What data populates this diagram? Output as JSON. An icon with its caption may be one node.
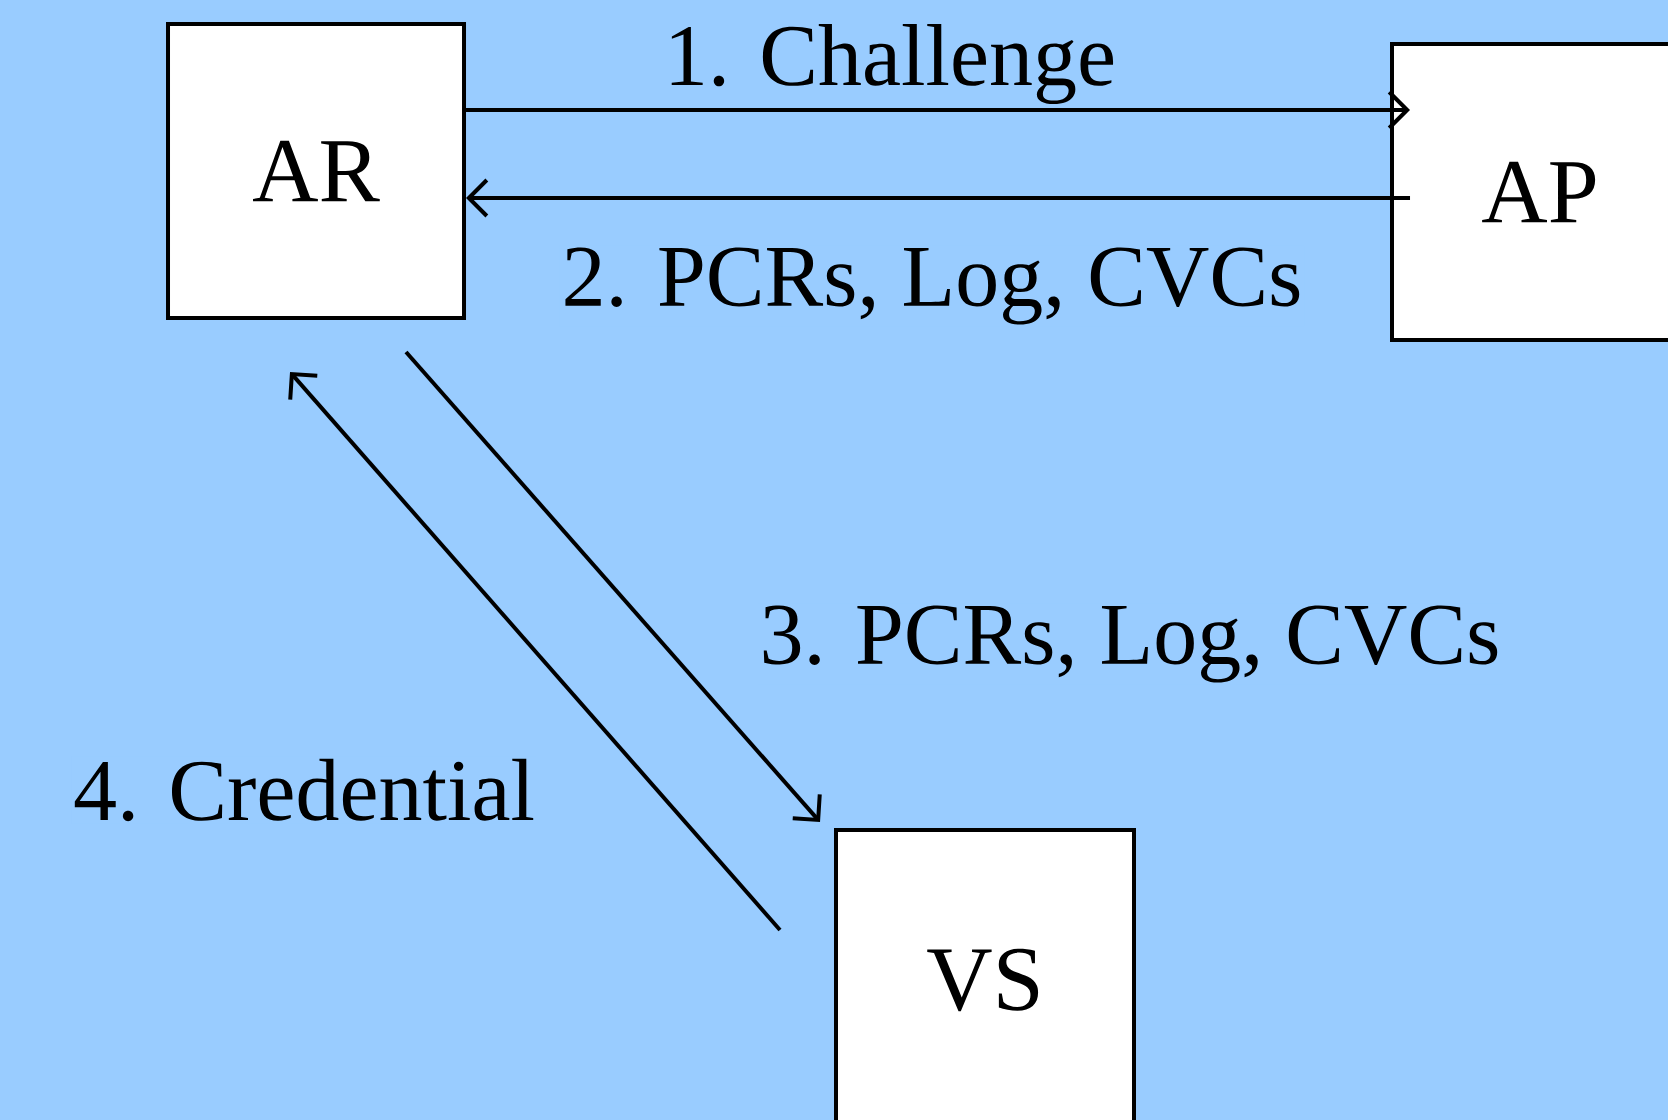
{
  "diagram": {
    "nodes": [
      {
        "text": [
          "AR"
        ]
      },
      {
        "text": [
          "AP"
        ]
      },
      {
        "text": [
          "VS"
        ]
      }
    ],
    "edges": [
      {
        "from": 0,
        "to": 1,
        "arrow": "to",
        "label": "1. Challenge"
      },
      {
        "from": 1,
        "to": 0,
        "arrow": "to",
        "label": "2. PCRs, Log, CVCs"
      },
      {
        "from": 0,
        "to": 2,
        "arrow": "to",
        "label": "3. PCRs, Log, CVCs"
      },
      {
        "from": 2,
        "to": 0,
        "arrow": "to",
        "label": "4. Credential"
      }
    ]
  }
}
